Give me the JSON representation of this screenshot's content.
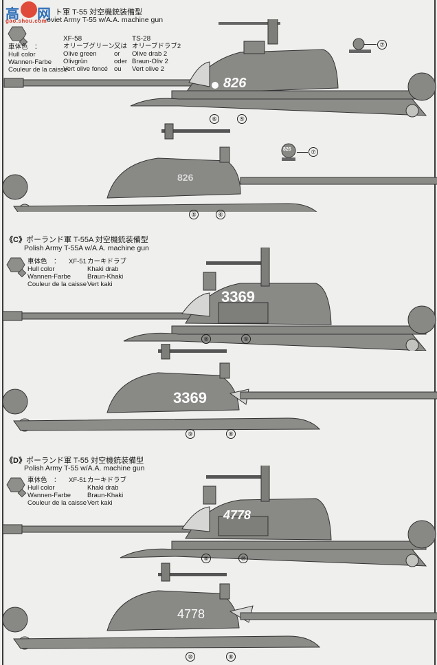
{
  "watermark": {
    "glyphs": [
      "高",
      "手",
      "网"
    ],
    "url": "gao.shou.com"
  },
  "sections": [
    {
      "id": "B",
      "tag": "",
      "title_jp": "ソビエト軍 T-55 対空機銃装備型",
      "title_jp_visible": "ト軍 T-55 対空機銃装備型",
      "title_en": "Soviet Army T-55 w/A.A. machine gun",
      "title_en_visible": "oviet Army T-55 w/A.A. machine gun",
      "paint": {
        "labels": [
          "車体色　：",
          "Hull color",
          "Wannen-Farbe",
          "Couleur de la caisse"
        ],
        "primary": {
          "code": "XF-58",
          "names": [
            "オリーブグリーン",
            "Olive green",
            "Olivgrün",
            "Vert olive foncé"
          ]
        },
        "connector": [
          "又は",
          "or",
          "oder",
          "ou"
        ],
        "alternate": {
          "code": "TS-28",
          "names": [
            "オリーブドラブ2",
            "Olive drab 2",
            "Braun-Oliv 2",
            "Vert olive 2"
          ]
        }
      },
      "hull_color": "#8a8d86",
      "views": [
        {
          "side": "right",
          "hull_number": "826",
          "callouts": [
            "⑥",
            "⑤"
          ]
        },
        {
          "side": "left",
          "hull_number": "826",
          "callouts": [
            "⑤",
            "⑥"
          ]
        }
      ],
      "searchlight_callout": "⑦",
      "searchlight_text": "826"
    },
    {
      "id": "C",
      "tag": "《C》",
      "title_jp": "ポーランド軍 T-55A 対空機銃装備型",
      "title_en": "Polish Army T-55A w/A.A. machine gun",
      "paint": {
        "labels": [
          "車体色　：",
          "Hull color",
          "Wannen-Farbe",
          "Couleur de la caisse"
        ],
        "primary": {
          "code": "XF-51",
          "names": [
            "カーキドラブ",
            "Khaki drab",
            "Braun-Khaki",
            "Vert kaki"
          ]
        }
      },
      "hull_color": "#8b8c86",
      "views": [
        {
          "side": "right",
          "hull_number": "3369",
          "callouts": [
            "⑧",
            "⑨"
          ]
        },
        {
          "side": "left",
          "hull_number": "3369",
          "callouts": [
            "⑨",
            "⑧"
          ]
        }
      ]
    },
    {
      "id": "D",
      "tag": "《D》",
      "title_jp": "ポーランド軍 T-55 対空機銃装備型",
      "title_en": "Polish Army T-55 w/A.A. machine gun",
      "paint": {
        "labels": [
          "車体色　：",
          "Hull color",
          "Wannen-Farbe",
          "Couleur de la caisse"
        ],
        "primary": {
          "code": "XF-51",
          "names": [
            "カーキドラブ",
            "Khaki drab",
            "Braun-Khaki",
            "Vert kaki"
          ]
        }
      },
      "hull_color": "#8b8c86",
      "views": [
        {
          "side": "right",
          "hull_number": "4778",
          "callouts": [
            "⑧",
            "⑩"
          ]
        },
        {
          "side": "left",
          "hull_number": "4778",
          "callouts": [
            "⑩",
            "⑧"
          ]
        }
      ]
    }
  ]
}
